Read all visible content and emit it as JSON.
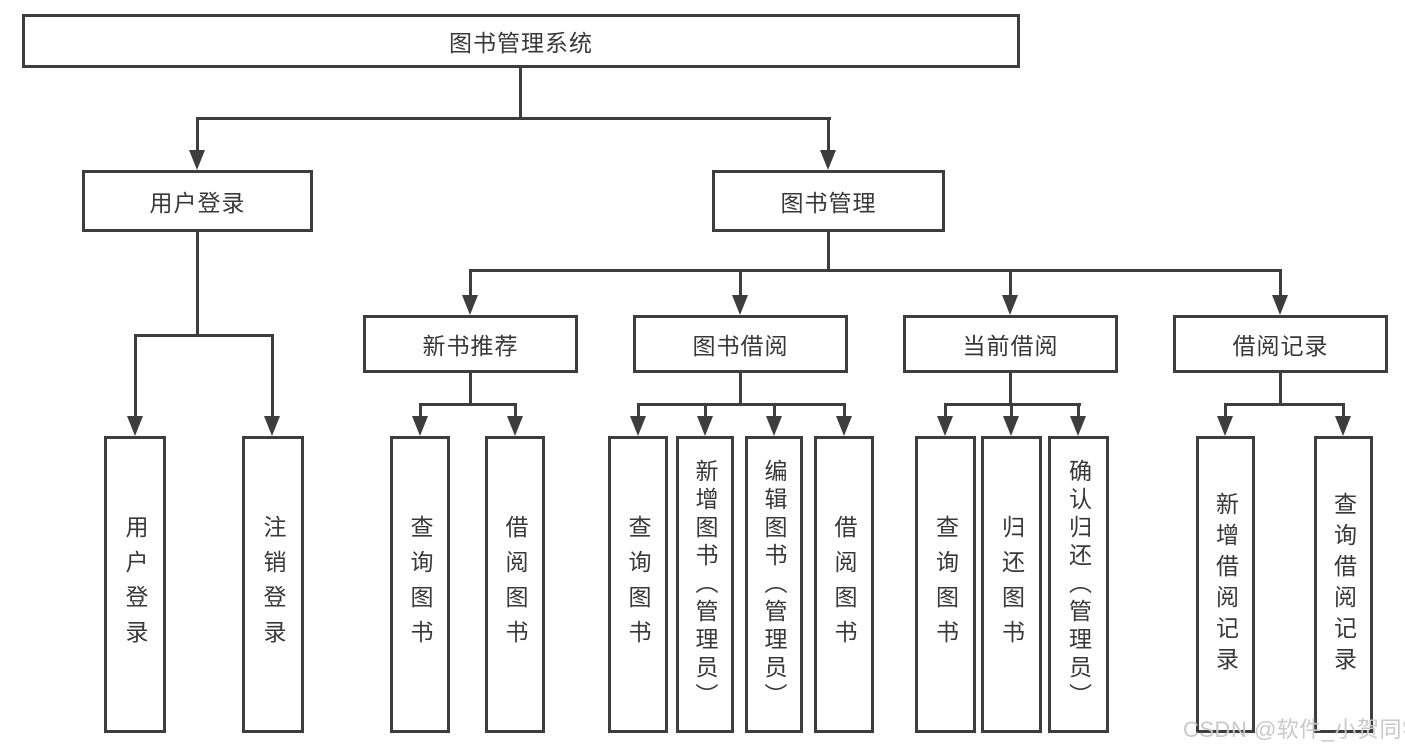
{
  "tree": {
    "root": "图书管理系统",
    "branches": [
      {
        "label": "用户登录",
        "leaves": [
          "用户登录",
          "注销登录"
        ]
      },
      {
        "label": "图书管理",
        "children": [
          {
            "label": "新书推荐",
            "leaves": [
              "查询图书",
              "借阅图书"
            ]
          },
          {
            "label": "图书借阅",
            "leaves": [
              "查询图书",
              "新增图书（管理员）",
              "编辑图书（管理员）",
              "借阅图书"
            ]
          },
          {
            "label": "当前借阅",
            "leaves": [
              "查询图书",
              "归还图书",
              "确认归还（管理员）"
            ]
          },
          {
            "label": "借阅记录",
            "leaves": [
              "新增借阅记录",
              "查询借阅记录"
            ]
          }
        ]
      }
    ]
  },
  "watermark": "CSDN @软件_小贺同学",
  "colors": {
    "background": "#ffffff",
    "box_border": "#3d3d3d",
    "connector_line": "#3d3d3d",
    "text": "#383838",
    "watermark_text": "#c9c9c9"
  }
}
